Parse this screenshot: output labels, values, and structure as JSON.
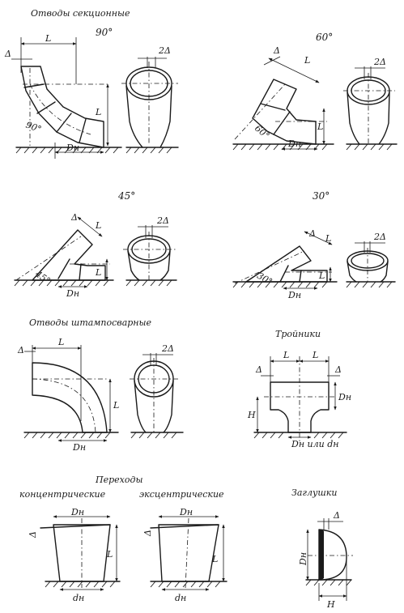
{
  "sections": {
    "sectional_bends": "Отводы секционные",
    "stamped_welded_bends": "Отводы штампосварные",
    "tees": "Тройники",
    "reducers": "Переходы",
    "concentric": "концентрические",
    "eccentric": "эксцентрические",
    "caps": "Заглушки"
  },
  "angles": {
    "a90": "90°",
    "a60": "60°",
    "a45": "45°",
    "a30": "30°",
    "in90": "90°",
    "in60": "60°",
    "in45": "45°",
    "in30": "30°"
  },
  "labels": {
    "L": "L",
    "delta": "Δ",
    "two_delta": "2Δ",
    "Dn": "Dн",
    "dn": "dн",
    "H": "H",
    "Dn_or_dn": "Dн или dн"
  },
  "colors": {
    "ink": "#1a1a1a",
    "paper": "#ffffff"
  }
}
